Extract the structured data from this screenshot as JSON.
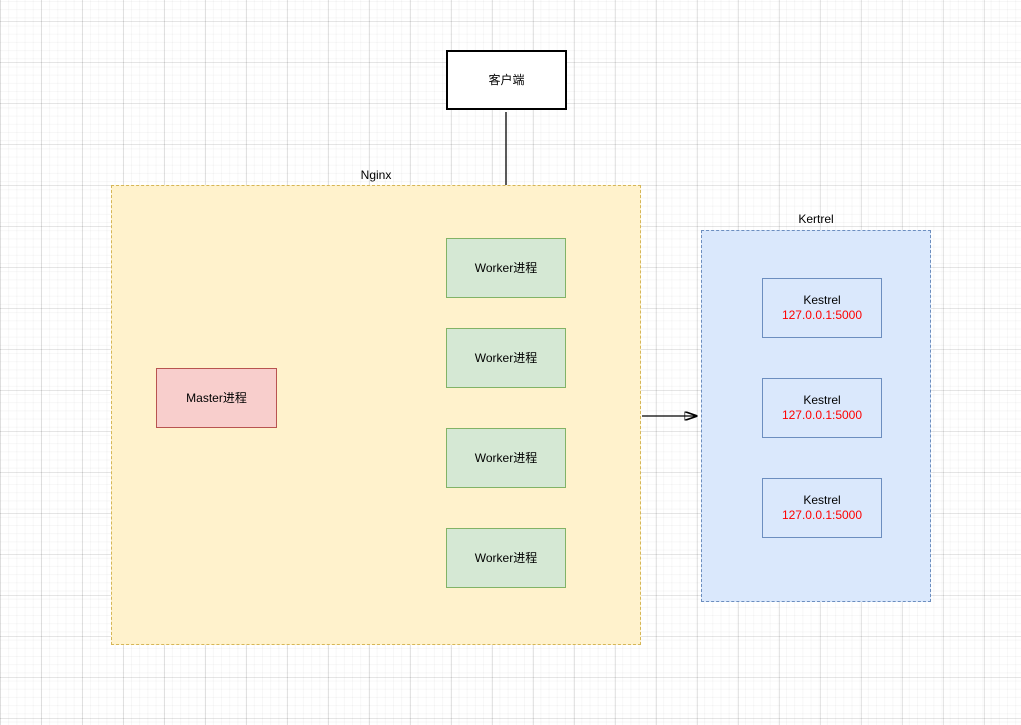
{
  "diagram": {
    "client": {
      "label": "客户端"
    },
    "nginx": {
      "label": "Nginx",
      "master": {
        "label": "Master进程"
      },
      "workers": [
        {
          "label": "Worker进程"
        },
        {
          "label": "Worker进程"
        },
        {
          "label": "Worker进程"
        },
        {
          "label": "Worker进程"
        }
      ]
    },
    "kestrel_group": {
      "label": "Kertrel",
      "nodes": [
        {
          "title": "Kestrel",
          "address": "127.0.0.1:5000"
        },
        {
          "title": "Kestrel",
          "address": "127.0.0.1:5000"
        },
        {
          "title": "Kestrel",
          "address": "127.0.0.1:5000"
        }
      ]
    },
    "colors": {
      "nginx_fill": "#FFF2CC",
      "nginx_border": "#D6B656",
      "kestrel_fill": "#DAE8FC",
      "kestrel_border": "#6C8EBF",
      "worker_fill": "#D5E8D4",
      "worker_border": "#82B366",
      "master_fill": "#F8CECC",
      "master_border": "#B85450",
      "client_fill": "#FFFFFF",
      "client_border": "#000000",
      "address_text": "#FF0000",
      "edge": "#000000"
    }
  }
}
